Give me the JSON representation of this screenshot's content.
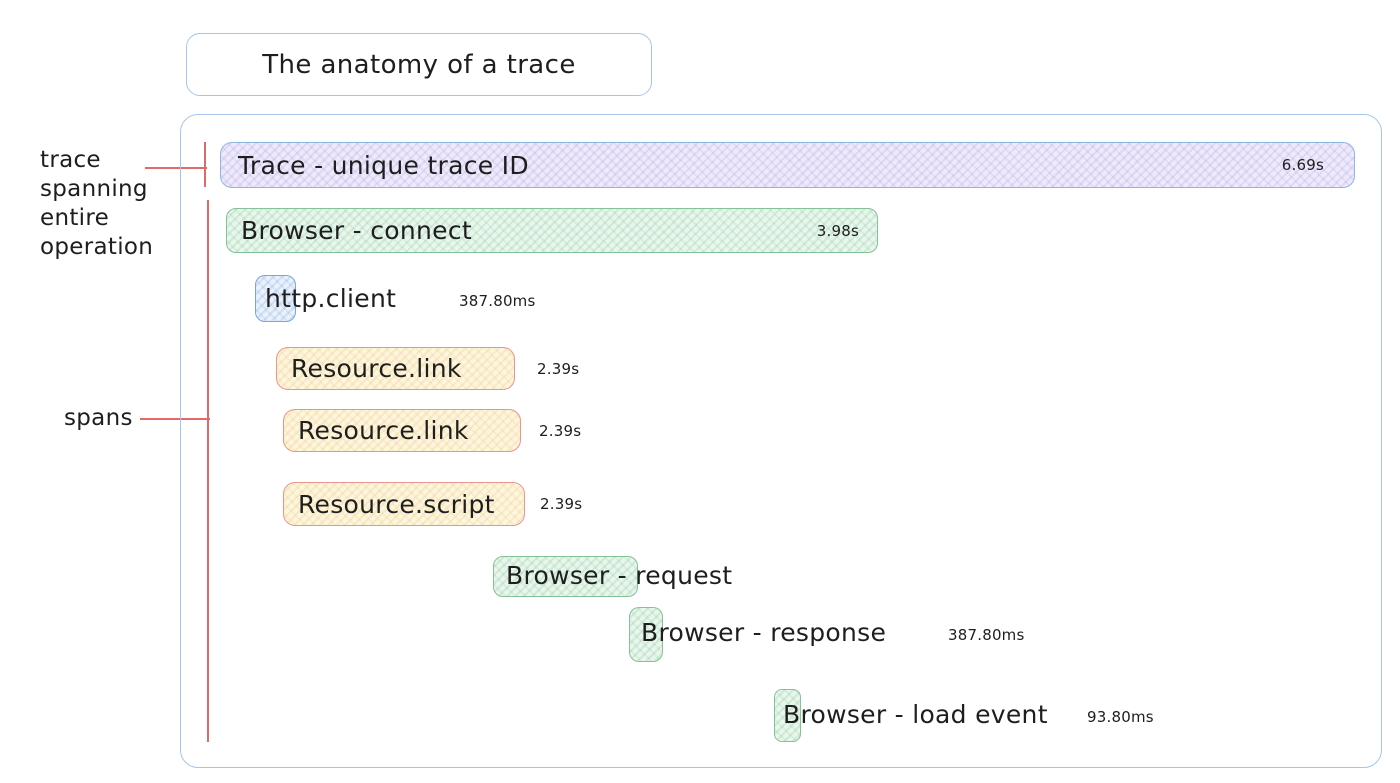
{
  "title": {
    "text": "The anatomy of a trace"
  },
  "annotations": {
    "trace_label": "trace\nspanning\nentire\noperation",
    "spans_label": "spans"
  },
  "spans": [
    {
      "name": "Trace - unique trace ID",
      "duration": "6.69s",
      "color": "purple"
    },
    {
      "name": "Browser - connect",
      "duration": "3.98s",
      "color": "green"
    },
    {
      "name": "http.client",
      "duration": "387.80ms",
      "color": "blue"
    },
    {
      "name": "Resource.link",
      "duration": "2.39s",
      "color": "yellow"
    },
    {
      "name": "Resource.link",
      "duration": "2.39s",
      "color": "yellow"
    },
    {
      "name": "Resource.script",
      "duration": "2.39s",
      "color": "yellow"
    },
    {
      "name": "Browser - request",
      "duration": "",
      "color": "green"
    },
    {
      "name": "Browser - response",
      "duration": "387.80ms",
      "color": "green"
    },
    {
      "name": "Browser - load event",
      "duration": "93.80ms",
      "color": "green"
    }
  ],
  "colors": {
    "text": "#1e1e1e",
    "blue-light": "#a5c6ea",
    "blue-border": "#8fb5e2",
    "blue-mid": "#7aa6d9",
    "blue-fill": "#e9f1fb",
    "green-border": "#84c29a",
    "green-fill": "#e9f6ec",
    "yellow-fill": "#fdf5dd",
    "red-border": "#e9958e",
    "purple-fill": "#eeeafa",
    "annot-red": "#e06a6a"
  }
}
